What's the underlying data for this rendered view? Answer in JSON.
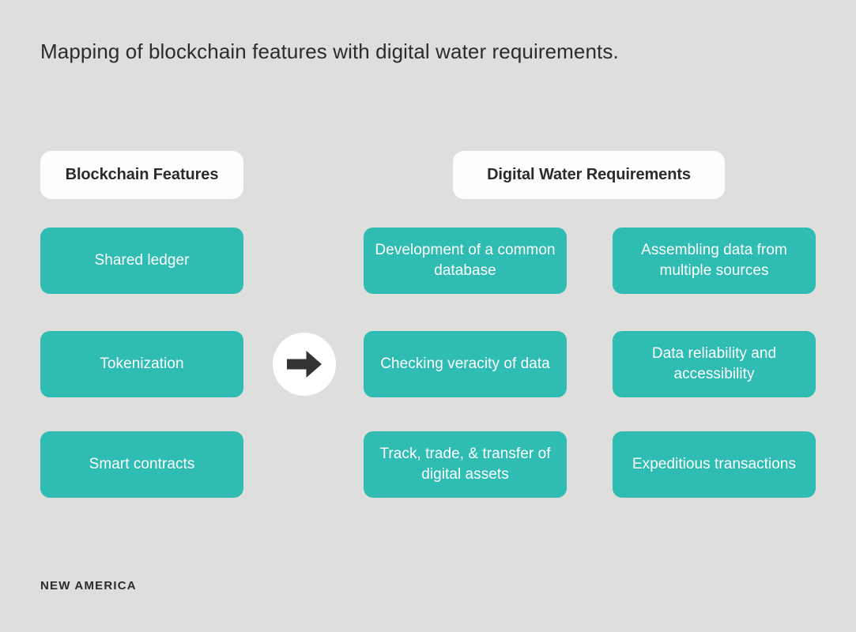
{
  "figure": {
    "title": "Mapping of blockchain features with digital water requirements.",
    "background_color": "#dededd",
    "accent_color": "#2ebcb3",
    "text_dark": "#2b2b2b",
    "pill_color": "#fdfdfd"
  },
  "headers": {
    "left": "Blockchain Features",
    "right": "Digital Water Requirements"
  },
  "arrow": {
    "icon": "arrow-right-icon",
    "color": "#333333",
    "circle_color": "#ffffff"
  },
  "columns": {
    "blockchain_features": [
      "Shared ledger",
      "Tokenization",
      "Smart contracts"
    ],
    "digital_water_requirements_a": [
      "Development of a common database",
      "Checking veracity of data",
      "Track, trade, & transfer of digital assets"
    ],
    "digital_water_requirements_b": [
      "Assembling data from multiple sources",
      "Data reliability and accessibility",
      "Expeditious transactions"
    ]
  },
  "footer": {
    "logo": "NEW AMERICA"
  }
}
